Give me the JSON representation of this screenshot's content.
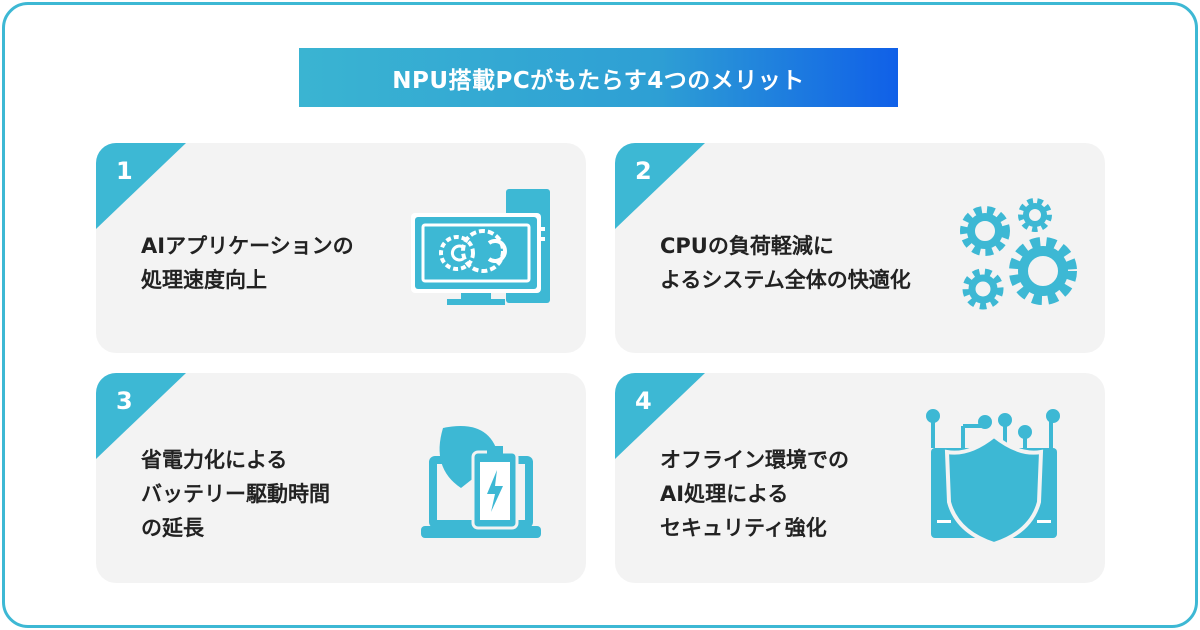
{
  "title": "NPU搭載PCがもたらす4つのメリット",
  "cards": [
    {
      "number": "1",
      "lines": [
        "AIアプリケーションの",
        "処理速度向上"
      ],
      "icon": "computer-gear-icon"
    },
    {
      "number": "2",
      "lines": [
        "CPUの負荷軽減に",
        "よるシステム全体の快適化"
      ],
      "icon": "gears-icon"
    },
    {
      "number": "3",
      "lines": [
        "省電力化による",
        "バッテリー駆動時間",
        "の延長"
      ],
      "icon": "laptop-battery-leaf-icon"
    },
    {
      "number": "4",
      "lines": [
        "オフライン環境での",
        "AI処理による",
        "セキュリティ強化"
      ],
      "icon": "shield-chip-icon"
    }
  ],
  "colors": {
    "accent": "#3db8d4",
    "card_bg": "#f3f3f3",
    "banner_end": "#1060e8"
  }
}
